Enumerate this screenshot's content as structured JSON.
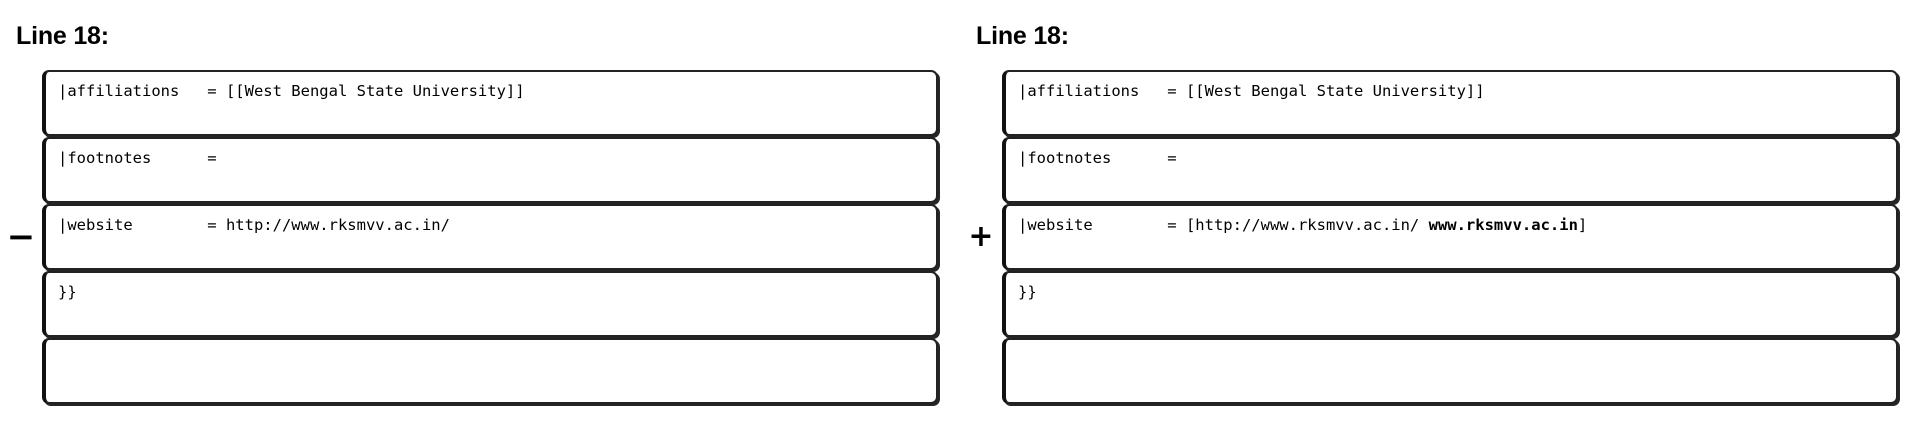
{
  "page": {
    "kind": "wikitext-diff",
    "background_color": "#ffffff",
    "text_color": "#000000",
    "box_border_color": "#222222"
  },
  "diff": {
    "left": {
      "heading": "Line 18:",
      "rows": [
        {
          "marker": "",
          "segments": [
            {
              "text": "|affiliations   = [[West Bengal State University]]",
              "bold": false
            }
          ]
        },
        {
          "marker": "",
          "segments": [
            {
              "text": "|footnotes      =",
              "bold": false
            }
          ]
        },
        {
          "marker": "−",
          "segments": [
            {
              "text": "|website        = http://www.rksmvv.ac.in/",
              "bold": false
            }
          ]
        },
        {
          "marker": "",
          "segments": [
            {
              "text": "}}",
              "bold": false
            }
          ]
        },
        {
          "marker": "",
          "segments": [
            {
              "text": "",
              "bold": false
            }
          ]
        }
      ]
    },
    "right": {
      "heading": "Line 18:",
      "rows": [
        {
          "marker": "",
          "segments": [
            {
              "text": "|affiliations   = [[West Bengal State University]]",
              "bold": false
            }
          ]
        },
        {
          "marker": "",
          "segments": [
            {
              "text": "|footnotes      =",
              "bold": false
            }
          ]
        },
        {
          "marker": "+",
          "segments": [
            {
              "text": "|website        = [http://www.rksmvv.ac.in/ ",
              "bold": false
            },
            {
              "text": "www.rksmvv.ac.in",
              "bold": true
            },
            {
              "text": "]",
              "bold": false
            }
          ]
        },
        {
          "marker": "",
          "segments": [
            {
              "text": "}}",
              "bold": false
            }
          ]
        },
        {
          "marker": "",
          "segments": [
            {
              "text": "",
              "bold": false
            }
          ]
        }
      ]
    }
  }
}
